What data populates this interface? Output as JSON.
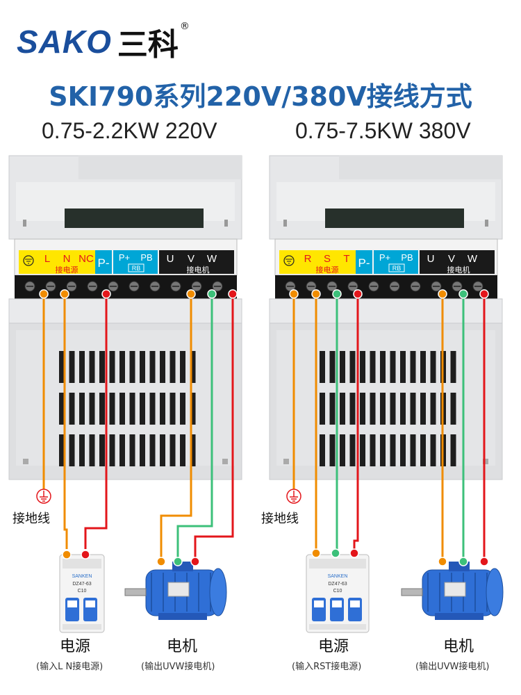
{
  "logo": {
    "latin": "SAKO",
    "chinese": "三科",
    "reg": "®"
  },
  "title": "SKI790系列220V/380V接线方式",
  "left": {
    "spec": "0.75-2.2KW  220V",
    "power_terms": [
      "L",
      "N",
      "NC"
    ],
    "terminal_caption": "接电源",
    "ground_label": "接地线",
    "source_label": "电源",
    "source_note": "(输入L N接电源)",
    "motor_label": "电机",
    "motor_note": "(输出UVW接电机)"
  },
  "right": {
    "spec": "0.75-7.5KW  380V",
    "power_terms": [
      "R",
      "S",
      "T"
    ],
    "terminal_caption": "接电源",
    "ground_label": "接地线",
    "source_label": "电源",
    "source_note": "(输入RST接电源)",
    "motor_label": "电机",
    "motor_note": "(输出UVW接电机)"
  },
  "common": {
    "p_minus": "P-",
    "p_plus": "P+",
    "pb": "PB",
    "rb": "RB",
    "out_terms": [
      "U",
      "V",
      "W"
    ],
    "motor_caption": "接电机",
    "breaker_model": "DZ47-63",
    "breaker_rating": "C10",
    "breaker_brand": "SANKEN"
  },
  "colors": {
    "brand_blue": "#1a4e9c",
    "title_blue": "#2262a8",
    "orange": "#f08c00",
    "green": "#3cc07a",
    "red": "#e3161b",
    "panel_yellow": "#ffe600",
    "panel_cyan": "#00a6d6",
    "panel_black": "#1a1a1a",
    "motor_blue": "#2f6fd6"
  }
}
